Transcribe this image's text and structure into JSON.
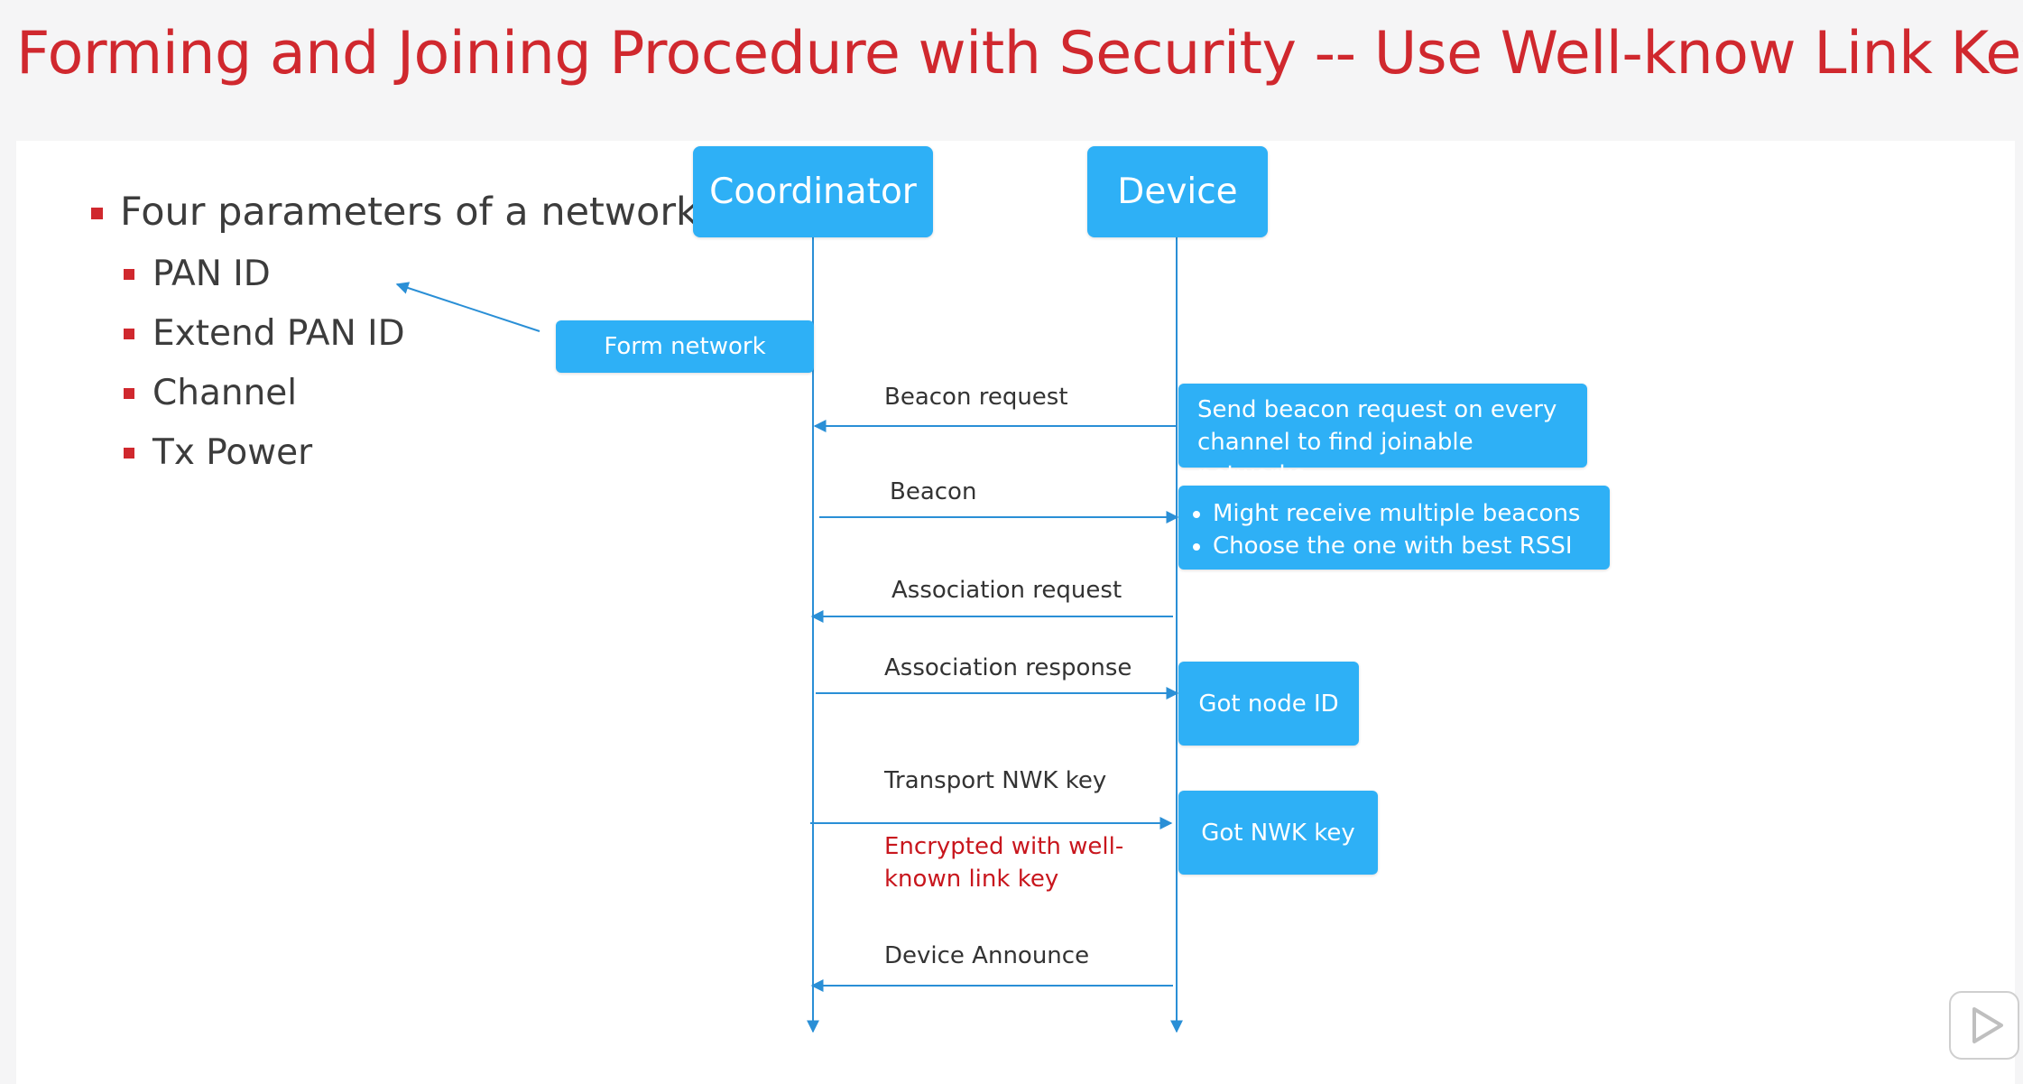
{
  "slide": {
    "title": "Forming and Joining Procedure with Security -- Use Well-know Link Key"
  },
  "bullets": {
    "heading": "Four parameters of a network",
    "items": [
      "PAN ID",
      "Extend PAN ID",
      "Channel",
      "Tx Power"
    ]
  },
  "participants": {
    "coordinator": "Coordinator",
    "device": "Device"
  },
  "messages": {
    "beacon_request": "Beacon request",
    "beacon": "Beacon",
    "association_request": "Association request",
    "association_response": "Association response",
    "transport_nwk_key": "Transport NWK key",
    "device_announce": "Device Announce"
  },
  "notes": {
    "form_network": "Form network",
    "send_beacon_line1": "Send beacon request on every",
    "send_beacon_line2": "channel to find joinable networks",
    "beacon_bullet1": "Might receive multiple beacons",
    "beacon_bullet2": "Choose the one with best RSSI",
    "got_node_id": "Got node ID",
    "got_nwk_key": "Got NWK key",
    "encrypted_line1": "Encrypted with well-",
    "encrypted_line2": "known link key"
  },
  "colors": {
    "title_red": "#d0282e",
    "box_blue": "#2eb0f6",
    "line_blue": "#2a8fd6",
    "encrypted_red": "#c8161d"
  },
  "icons": {
    "play": "play-icon"
  }
}
